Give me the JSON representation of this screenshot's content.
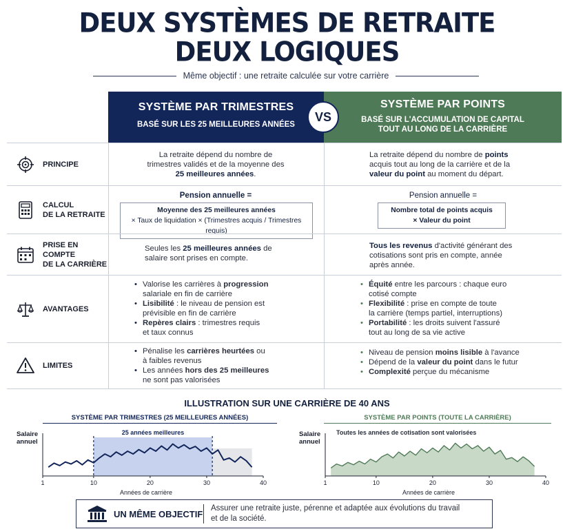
{
  "title": {
    "line1": "DEUX SYSTÈMES DE RETRAITE",
    "line2": "DEUX LOGIQUES"
  },
  "subtitle": "Même objectif : une retraite calculée sur votre carrière",
  "left_header": {
    "title": "SYSTÈME PAR TRIMESTRES",
    "sub": "BASÉ SUR LES 25 MEILLEURES ANNÉES"
  },
  "right_header": {
    "title": "SYSTÈME PAR POINTS",
    "sub1": "BASÉ SUR L'ACCUMULATION DE CAPITAL",
    "sub2": "TOUT AU LONG DE LA CARRIÈRE"
  },
  "vs": "VS",
  "rows": {
    "principe": {
      "label": "PRINCIPE",
      "left": {
        "p1": "La retraite dépend du nombre de",
        "p2": "trimestres validés et de la moyenne des",
        "p3": "25 meilleures années",
        "p4": "."
      },
      "right": {
        "p1": "La retraite dépend du nombre de ",
        "p2": "points",
        "p3": "acquis tout au long de la carrière et de la",
        "p4": "valeur du point",
        "p5": " au moment du départ."
      }
    },
    "calcul": {
      "label1": "CALCUL",
      "label2": "DE LA RETRAITE",
      "left_title": "Pension annuelle =",
      "left_f1": "Moyenne des 25 meilleures années",
      "left_f2": "× Taux de liquidation × (Trimestres acquis / Trimestres requis)",
      "right_title": "Pension annuelle =",
      "right_f1": "Nombre total de points acquis",
      "right_f2": "× Valeur du point"
    },
    "prise": {
      "label1": "PRISE EN COMPTE",
      "label2": "DE LA CARRIÈRE",
      "left": {
        "p1": "Seules les ",
        "p2": "25 meilleures années",
        "p3": " de",
        "p4": "salaire sont prises en compte."
      },
      "right": {
        "p1": "Tous les revenus",
        "p2": " d'activité générant des",
        "p3": "cotisations sont pris en compte, année",
        "p4": "après année."
      }
    },
    "avantages": {
      "label": "AVANTAGES",
      "left": [
        {
          "a": "Valorise les carrières à ",
          "b": "progression",
          "c": "salariale en fin de carrière"
        },
        {
          "a": "",
          "b": "Lisibilité",
          "c": " : le niveau de pension est",
          "d": "prévisible en fin de carrière"
        },
        {
          "a": "",
          "b": "Repères clairs",
          "c": " : trimestres requis",
          "d": "et taux connus"
        }
      ],
      "right": [
        {
          "b": "Équité",
          "c": " entre les parcours : chaque euro",
          "d": "cotisé compte"
        },
        {
          "b": "Flexibilité",
          "c": " : prise en compte de toute",
          "d": "la carrière (temps partiel, interruptions)"
        },
        {
          "b": "Portabilité",
          "c": " : les droits suivent l'assuré",
          "d": "tout au long de sa vie active"
        }
      ]
    },
    "limites": {
      "label": "LIMITES",
      "left": [
        {
          "a": "Pénalise les ",
          "b": "carrières heurtées",
          "c": " ou",
          "d": "à faibles revenus"
        },
        {
          "a": "Les années ",
          "b": "hors des 25 meilleures",
          "c": "",
          "d": "ne sont pas valorisées"
        }
      ],
      "right": [
        {
          "a": "Niveau de pension ",
          "b": "moins lisible",
          "c": " à l'avance"
        },
        {
          "a": "Dépend de la ",
          "b": "valeur du point",
          "c": " dans le futur"
        },
        {
          "a": "",
          "b": "Complexité",
          "c": " perçue du mécanisme"
        }
      ]
    }
  },
  "illustration_title": "ILLUSTRATION SUR UNE CARRIÈRE DE 40 ANS",
  "chart_data": [
    {
      "type": "line",
      "title": "SYSTÈME PAR TRIMESTRES (25 MEILLEURES ANNÉES)",
      "annotation": "25 années meilleures",
      "ylabel": "Salaire annuel",
      "xlabel": "Années de carrière",
      "xticks": [
        1,
        10,
        20,
        30,
        40
      ],
      "xlim": [
        1,
        40
      ],
      "ylim": [
        0,
        100
      ],
      "highlight_range": [
        10,
        31
      ],
      "color": "#13265a",
      "fill": "#8ea3d6",
      "x": [
        2,
        3,
        4,
        5,
        6,
        7,
        8,
        9,
        10,
        11,
        12,
        13,
        14,
        15,
        16,
        17,
        18,
        19,
        20,
        21,
        22,
        23,
        24,
        25,
        26,
        27,
        28,
        29,
        30,
        31,
        32,
        33,
        34,
        35,
        36,
        37,
        38
      ],
      "y": [
        22,
        32,
        26,
        35,
        30,
        38,
        28,
        40,
        33,
        45,
        55,
        48,
        60,
        52,
        62,
        55,
        66,
        58,
        70,
        62,
        75,
        65,
        80,
        70,
        78,
        68,
        74,
        62,
        70,
        55,
        65,
        40,
        45,
        35,
        48,
        38,
        22
      ]
    },
    {
      "type": "area",
      "title": "SYSTÈME PAR POINTS (TOUTE LA CARRIÈRE)",
      "annotation": "Toutes les années de cotisation sont valorisées",
      "ylabel": "Salaire annuel",
      "xlabel": "Années de carrière",
      "xticks": [
        1,
        10,
        20,
        30,
        40
      ],
      "xlim": [
        1,
        40
      ],
      "ylim": [
        0,
        100
      ],
      "color": "#4f7a57",
      "fill": "#b6ccb6",
      "x": [
        2,
        3,
        4,
        5,
        6,
        7,
        8,
        9,
        10,
        11,
        12,
        13,
        14,
        15,
        16,
        17,
        18,
        19,
        20,
        21,
        22,
        23,
        24,
        25,
        26,
        27,
        28,
        29,
        30,
        31,
        32,
        33,
        34,
        35,
        36,
        37,
        38
      ],
      "y": [
        20,
        30,
        25,
        34,
        28,
        37,
        30,
        42,
        35,
        48,
        55,
        45,
        60,
        50,
        62,
        52,
        68,
        58,
        70,
        60,
        76,
        65,
        82,
        70,
        80,
        68,
        76,
        62,
        72,
        55,
        64,
        42,
        46,
        36,
        48,
        38,
        24
      ]
    }
  ],
  "footer": {
    "label": "UN MÊME OBJECTIF",
    "text1": "Assurer une retraite juste, pérenne et adaptée aux évolutions du travail",
    "text2": "et de la société."
  },
  "icons": {
    "principe": "target-icon",
    "calcul": "calculator-icon",
    "prise": "calendar-icon",
    "avantages": "scales-icon",
    "limites": "warning-icon",
    "footer": "institution-icon"
  },
  "colors": {
    "navy": "#13265a",
    "green": "#4f7a57"
  }
}
